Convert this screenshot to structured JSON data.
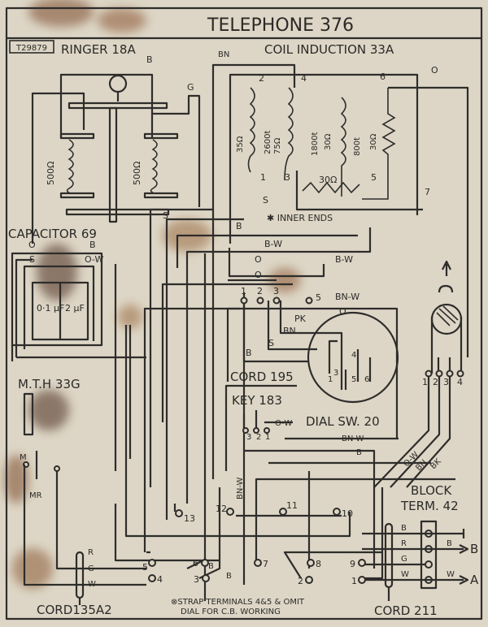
{
  "title": "TELEPHONE 376",
  "drawing_number": "T29879",
  "ringer": {
    "label": "RINGER 18A",
    "coil_left": "500Ω",
    "coil_right": "500Ω",
    "wire_b": "B",
    "wire_g": "G"
  },
  "induction_coil": {
    "label": "COIL INDUCTION 33A",
    "wire_bn": "BN",
    "wire_o": "O",
    "wire_s": "S",
    "windings": [
      "35Ω",
      "2600t",
      "75Ω",
      "1800t",
      "30Ω",
      "800t",
      "30Ω"
    ],
    "resistor": "30Ω",
    "terminals": [
      "1",
      "2",
      "3",
      "4",
      "5",
      "6",
      "7"
    ],
    "note": "✱ INNER ENDS"
  },
  "capacitor": {
    "label": "CAPACITOR 69",
    "wires": [
      "O",
      "B",
      "S",
      "O-W"
    ],
    "values": [
      "0·1 μF",
      "2 μF"
    ]
  },
  "wiring_labels": {
    "s": "S",
    "b": "B",
    "bw1": "B-W",
    "bw2": "B-W",
    "o1": "O",
    "o2": "O",
    "bnw": "BN-W",
    "o3": "O",
    "pk": "PK",
    "bn": "BN",
    "s2": "S",
    "b2": "B"
  },
  "cord195": {
    "label": "CORD 195",
    "terminals": [
      "1",
      "2",
      "3",
      "5"
    ]
  },
  "dial": {
    "label": "DIAL SW. 20",
    "terminals": [
      "1",
      "3",
      "4",
      "5",
      "6"
    ]
  },
  "key": {
    "label": "KEY 183",
    "wire": "O-W",
    "terminals": [
      "3",
      "2",
      "1"
    ]
  },
  "receiver": {
    "terminals": [
      "1",
      "2",
      "3",
      "4"
    ]
  },
  "mth": {
    "label": "M.T.H 33G",
    "m": "M",
    "mr": "MR"
  },
  "lower_wires": {
    "bnw": "BN-W",
    "b": "B",
    "ow": "O-W",
    "bn": "BN",
    "bk": "BK",
    "bnw_vert": "BN-W"
  },
  "block": {
    "label1": "BLOCK",
    "label2": "TERM. 42",
    "wires": [
      "B",
      "R",
      "G",
      "W"
    ],
    "line_b": "B",
    "line_w": "W",
    "out_b": "B",
    "out_a": "A"
  },
  "terminal_strip": [
    "1",
    "2",
    "3",
    "4",
    "5",
    "6",
    "7",
    "8",
    "9",
    "10",
    "11",
    "12",
    "13"
  ],
  "cord135": {
    "label": "CORD135A2",
    "wires": [
      "R",
      "G",
      "W"
    ]
  },
  "terminal3_wires": [
    "B",
    "B"
  ],
  "cord211": {
    "label": "CORD 211"
  },
  "note_line1": "⊗STRAP TERMINALS 4&5 & OMIT",
  "note_line2": "DIAL FOR C.B. WORKING"
}
